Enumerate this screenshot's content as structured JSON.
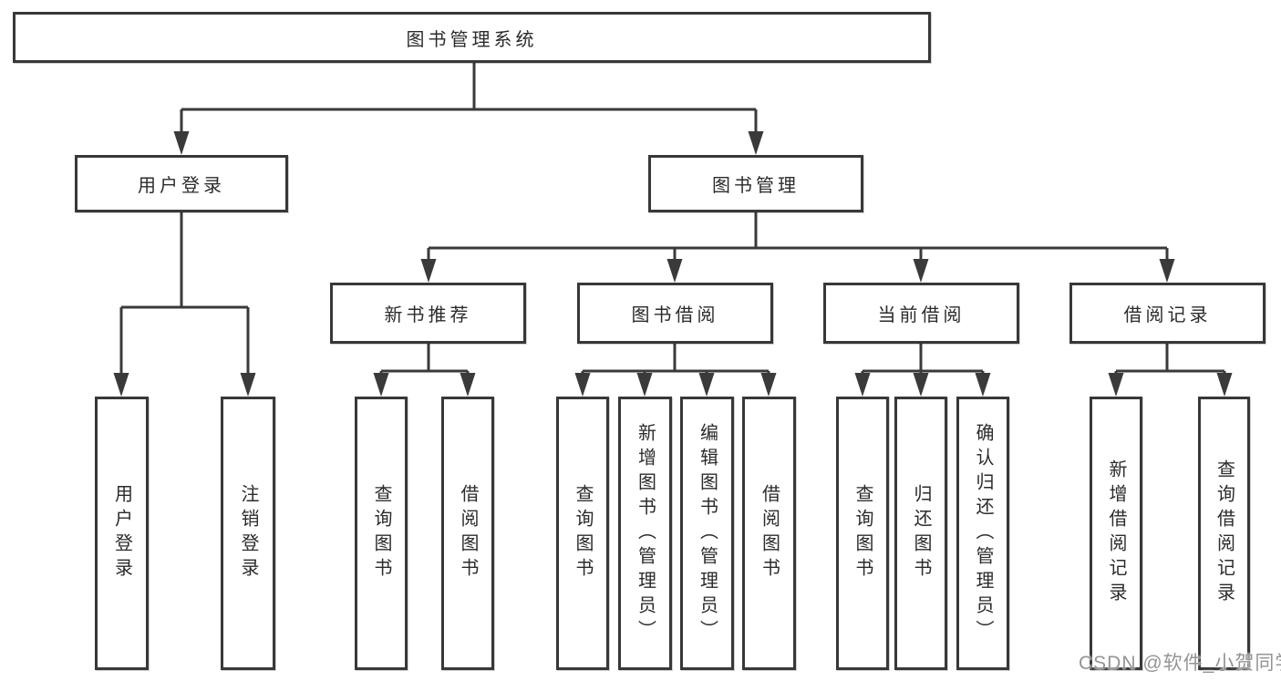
{
  "diagram": {
    "root": "图书管理系统",
    "level2": {
      "user_login": "用户登录",
      "book_management": "图书管理"
    },
    "level3": {
      "new_book_recommend": "新书推荐",
      "book_borrow": "图书借阅",
      "current_borrow": "当前借阅",
      "borrow_records": "借阅记录"
    },
    "leaves": {
      "user_login": [
        "用户登录",
        "注销登录"
      ],
      "new_book_recommend": [
        "查询图书",
        "借阅图书"
      ],
      "book_borrow": [
        "查询图书",
        "新增图书（管理员）",
        "编辑图书（管理员）",
        "借阅图书"
      ],
      "current_borrow": [
        "查询图书",
        "归还图书",
        "确认归还（管理员）"
      ],
      "borrow_records": [
        "新增借阅记录",
        "查询借阅记录"
      ]
    },
    "watermark": "CSDN @软件_小贺同学",
    "colors": {
      "line": "#3a3a3a",
      "border": "#383838",
      "text": "#2b2b2b",
      "watermark": "#949494",
      "background": "#ffffff"
    }
  }
}
